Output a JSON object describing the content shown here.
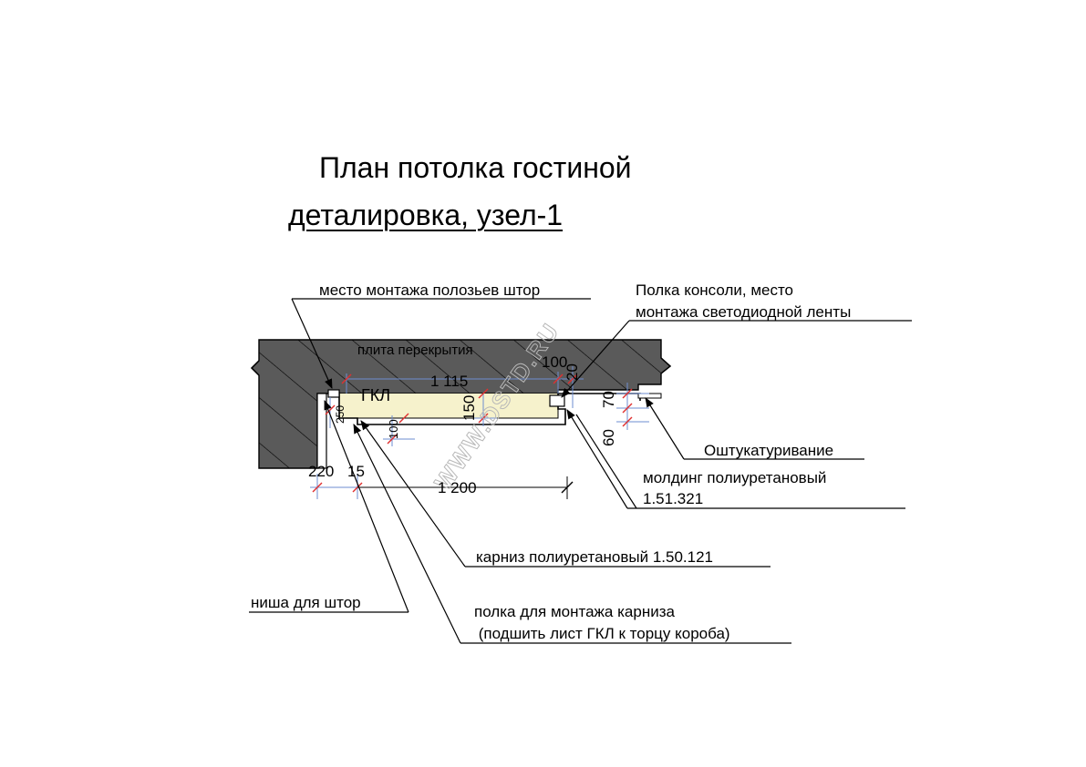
{
  "title_line1": "План потолка гостиной",
  "title_line2": "деталировка, узел-1",
  "labels": {
    "curtain_rail": "место монтажа полозьев штор",
    "console_line1": "Полка консоли, место",
    "console_line2": "монтажа светодиодной ленты",
    "slab": "плита перекрытия",
    "gkl": "ГКЛ",
    "plaster": "Оштукатуривание",
    "molding_line1": "молдинг полиуретановый",
    "molding_line2": "1.51.321",
    "cornice": "карниз полиуретановый 1.50.121",
    "niche": "ниша для штор",
    "shelf_line1": "полка для монтажа карниза",
    "shelf_line2": " (подшить лист ГКЛ к торцу короба)"
  },
  "dimensions": {
    "d1115": "1 115",
    "d100_top": "100",
    "d20": "20",
    "d150": "150",
    "d100_vert": "100",
    "d70": "70",
    "d60": "60",
    "d250": "250",
    "d220": "220",
    "d15": "15",
    "d1200": "1 200"
  },
  "watermark": "WWW.DSTD.RU",
  "colors": {
    "slab_fill": "#5a5a5a",
    "gkl_fill": "#f6f2cc",
    "line": "#000000",
    "ext_line": "#6e8ed0",
    "tick": "#e03030"
  }
}
